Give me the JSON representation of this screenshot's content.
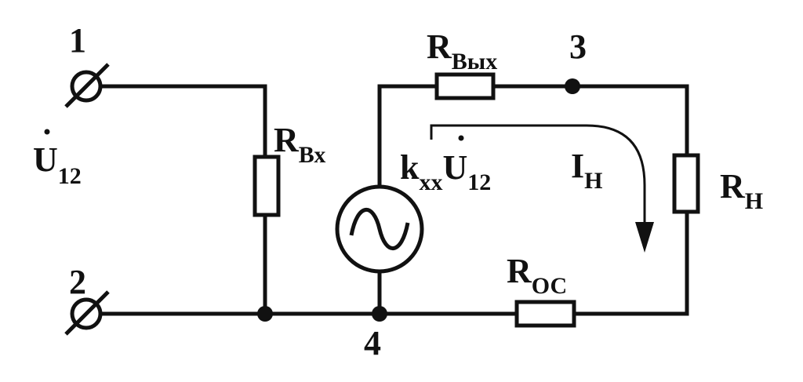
{
  "nodes": {
    "n1": "1",
    "n2": "2",
    "n3": "3",
    "n4": "4"
  },
  "input_voltage": {
    "main": "U",
    "sub": "12"
  },
  "r_in": {
    "main": "R",
    "sub": "Вх"
  },
  "r_out": {
    "main": "R",
    "sub": "Вых"
  },
  "r_load": {
    "main": "R",
    "sub": "Н"
  },
  "r_fb": {
    "main": "R",
    "sub": "ОС"
  },
  "source_label": {
    "k": "k",
    "k_sub": "хх",
    "u": "U",
    "u_sub": "12"
  },
  "load_current": {
    "main": "I",
    "sub": "Н"
  },
  "colors": {
    "stroke": "#111111",
    "background": "#ffffff"
  }
}
